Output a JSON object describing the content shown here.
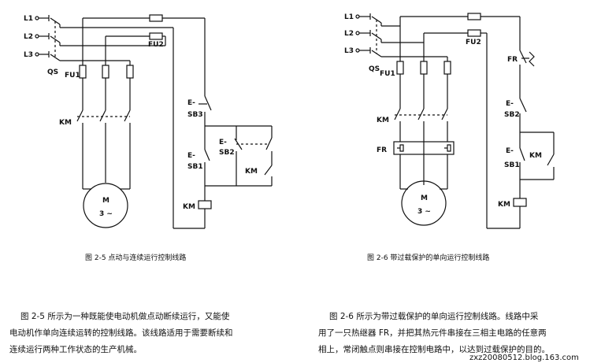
{
  "figure_left": {
    "labels": {
      "l1": "L1",
      "l2": "L2",
      "l3": "L3",
      "qs": "QS",
      "fu1": "FU1",
      "fu2": "FU2",
      "km_main": "KM",
      "motor": "M",
      "motor_phase": "3 ~",
      "sb3": "SB3",
      "sb2": "SB2",
      "sb1": "SB1",
      "km_aux": "KM",
      "km_coil": "KM"
    },
    "caption": "图 2-5    点动与连续运行控制线路"
  },
  "figure_right": {
    "labels": {
      "l1": "L1",
      "l2": "L2",
      "l3": "L3",
      "qs": "QS",
      "fu1": "FU1",
      "fu2": "FU2",
      "fr_contact": "FR",
      "km_main": "KM",
      "fr_heater": "FR",
      "motor": "M",
      "motor_phase": "3 ~",
      "sb2": "SB2",
      "sb1": "SB1",
      "km_aux": "KM",
      "km_coil": "KM"
    },
    "caption": "图 2-6    带过载保护的单向运行控制线路"
  },
  "text_left": {
    "line1": "图 2-5 所示为一种既能使电动机做点动断续运行，又能使",
    "line2": "电动机作单向连续运转的控制线路。该线路适用于需要断续和",
    "line3": "连续运行两种工作状态的生产机械。"
  },
  "text_right": {
    "line1": "图 2-6 所示为带过载保护的单向运行控制线路。线路中采",
    "line2": "用了一只热继器 FR，并把其热元件串接在三相主电路的任意两",
    "line3": "相上，常闭触点则串接在控制电路中，以达到过载保护的目的。"
  },
  "watermark": "zxz20080512.blog.163.com"
}
